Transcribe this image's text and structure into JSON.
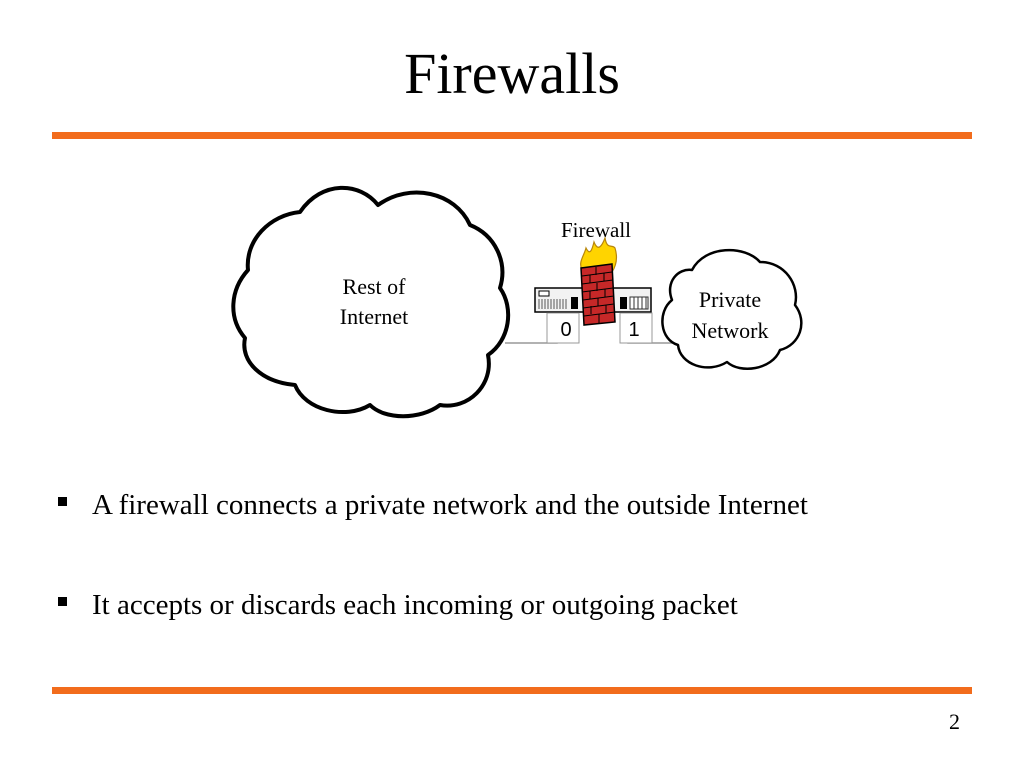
{
  "slide": {
    "title": "Firewalls",
    "accent_color": "#f26c1c",
    "page_number": "2"
  },
  "diagram": {
    "internet_cloud": {
      "label_line1": "Rest of",
      "label_line2": "Internet"
    },
    "firewall": {
      "label": "Firewall",
      "icon": "burning-brick-wall-icon",
      "brick_color": "#c62828",
      "flame_color": "#ffd400"
    },
    "port_left": "0",
    "port_right": "1",
    "private_cloud": {
      "label_line1": "Private",
      "label_line2": "Network"
    }
  },
  "bullets": [
    {
      "text": "A firewall connects a private network and the outside Internet"
    },
    {
      "text": "It accepts or discards each incoming or outgoing packet"
    }
  ]
}
